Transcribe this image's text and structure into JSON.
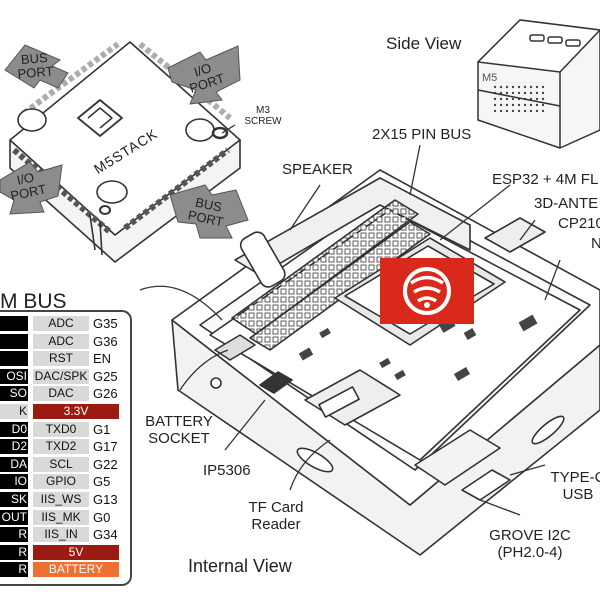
{
  "labels": {
    "side_view": "Side View",
    "internal_view": "Internal View",
    "bus_port_top": "BUS PORT",
    "io_port_top": "I/O PORT",
    "io_port_left": "I/O PORT",
    "bus_port_bottom": "BUS PORT",
    "brand": "M5STACK",
    "m3_screw": "M3 SCREW",
    "pin_bus_2x15": "2X15 PIN BUS",
    "speaker": "SPEAKER",
    "esp32": "ESP32 + 4M FL",
    "antenna": "3D-ANTE",
    "cp210": "CP210",
    "cp210_n": "N",
    "battery_socket": "BATTERY SOCKET",
    "ip5306": "IP5306",
    "tf_card": "TF Card Reader",
    "type_c": "TYPE-C USB",
    "grove": "GROVE I2C (PH2.0-4)",
    "side_m5": "M5"
  },
  "bus_table": {
    "title": "M BUS",
    "rows": [
      {
        "left": "",
        "mid": "ADC",
        "right": "G35"
      },
      {
        "left": "",
        "mid": "ADC",
        "right": "G36"
      },
      {
        "left": "",
        "mid": "RST",
        "right": "EN"
      },
      {
        "left": "OSI",
        "mid": "DAC/SPK",
        "right": "G25"
      },
      {
        "left": "SO",
        "mid": "DAC",
        "right": "G26"
      },
      {
        "left": "K",
        "left_light": true,
        "wide": "3.3V",
        "wide_color": "#9b1b12"
      },
      {
        "left": "D0",
        "mid": "TXD0",
        "right": "G1"
      },
      {
        "left": "D2",
        "mid": "TXD2",
        "right": "G17"
      },
      {
        "left": "DA",
        "mid": "SCL",
        "right": "G22"
      },
      {
        "left": "IO",
        "mid": "GPIO",
        "right": "G5"
      },
      {
        "left": "SK",
        "mid": "IIS_WS",
        "right": "G13"
      },
      {
        "left": "OUT",
        "mid": "IIS_MK",
        "right": "G0"
      },
      {
        "left": "R",
        "mid": "IIS_IN",
        "right": "G34"
      },
      {
        "left": "R",
        "wide": "5V",
        "wide_color": "#9b1b12"
      },
      {
        "left": "R",
        "wide": "BATTERY",
        "wide_color": "#f06f33"
      }
    ]
  },
  "colors": {
    "espressif_red": "#d8291a",
    "power_red": "#9b1b12",
    "battery_orange": "#f06f33",
    "arrow_gray": "#8c8c8c",
    "line": "#333333"
  }
}
